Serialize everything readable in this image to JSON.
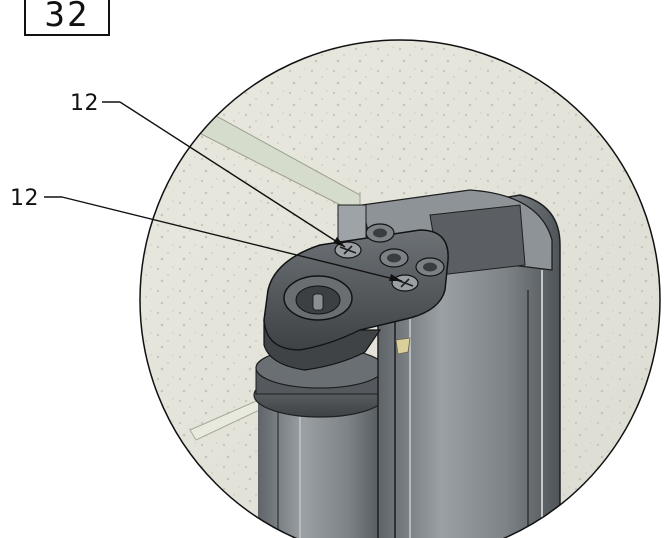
{
  "step_label": "32",
  "callouts": [
    {
      "label": "12"
    },
    {
      "label": "12"
    }
  ]
}
